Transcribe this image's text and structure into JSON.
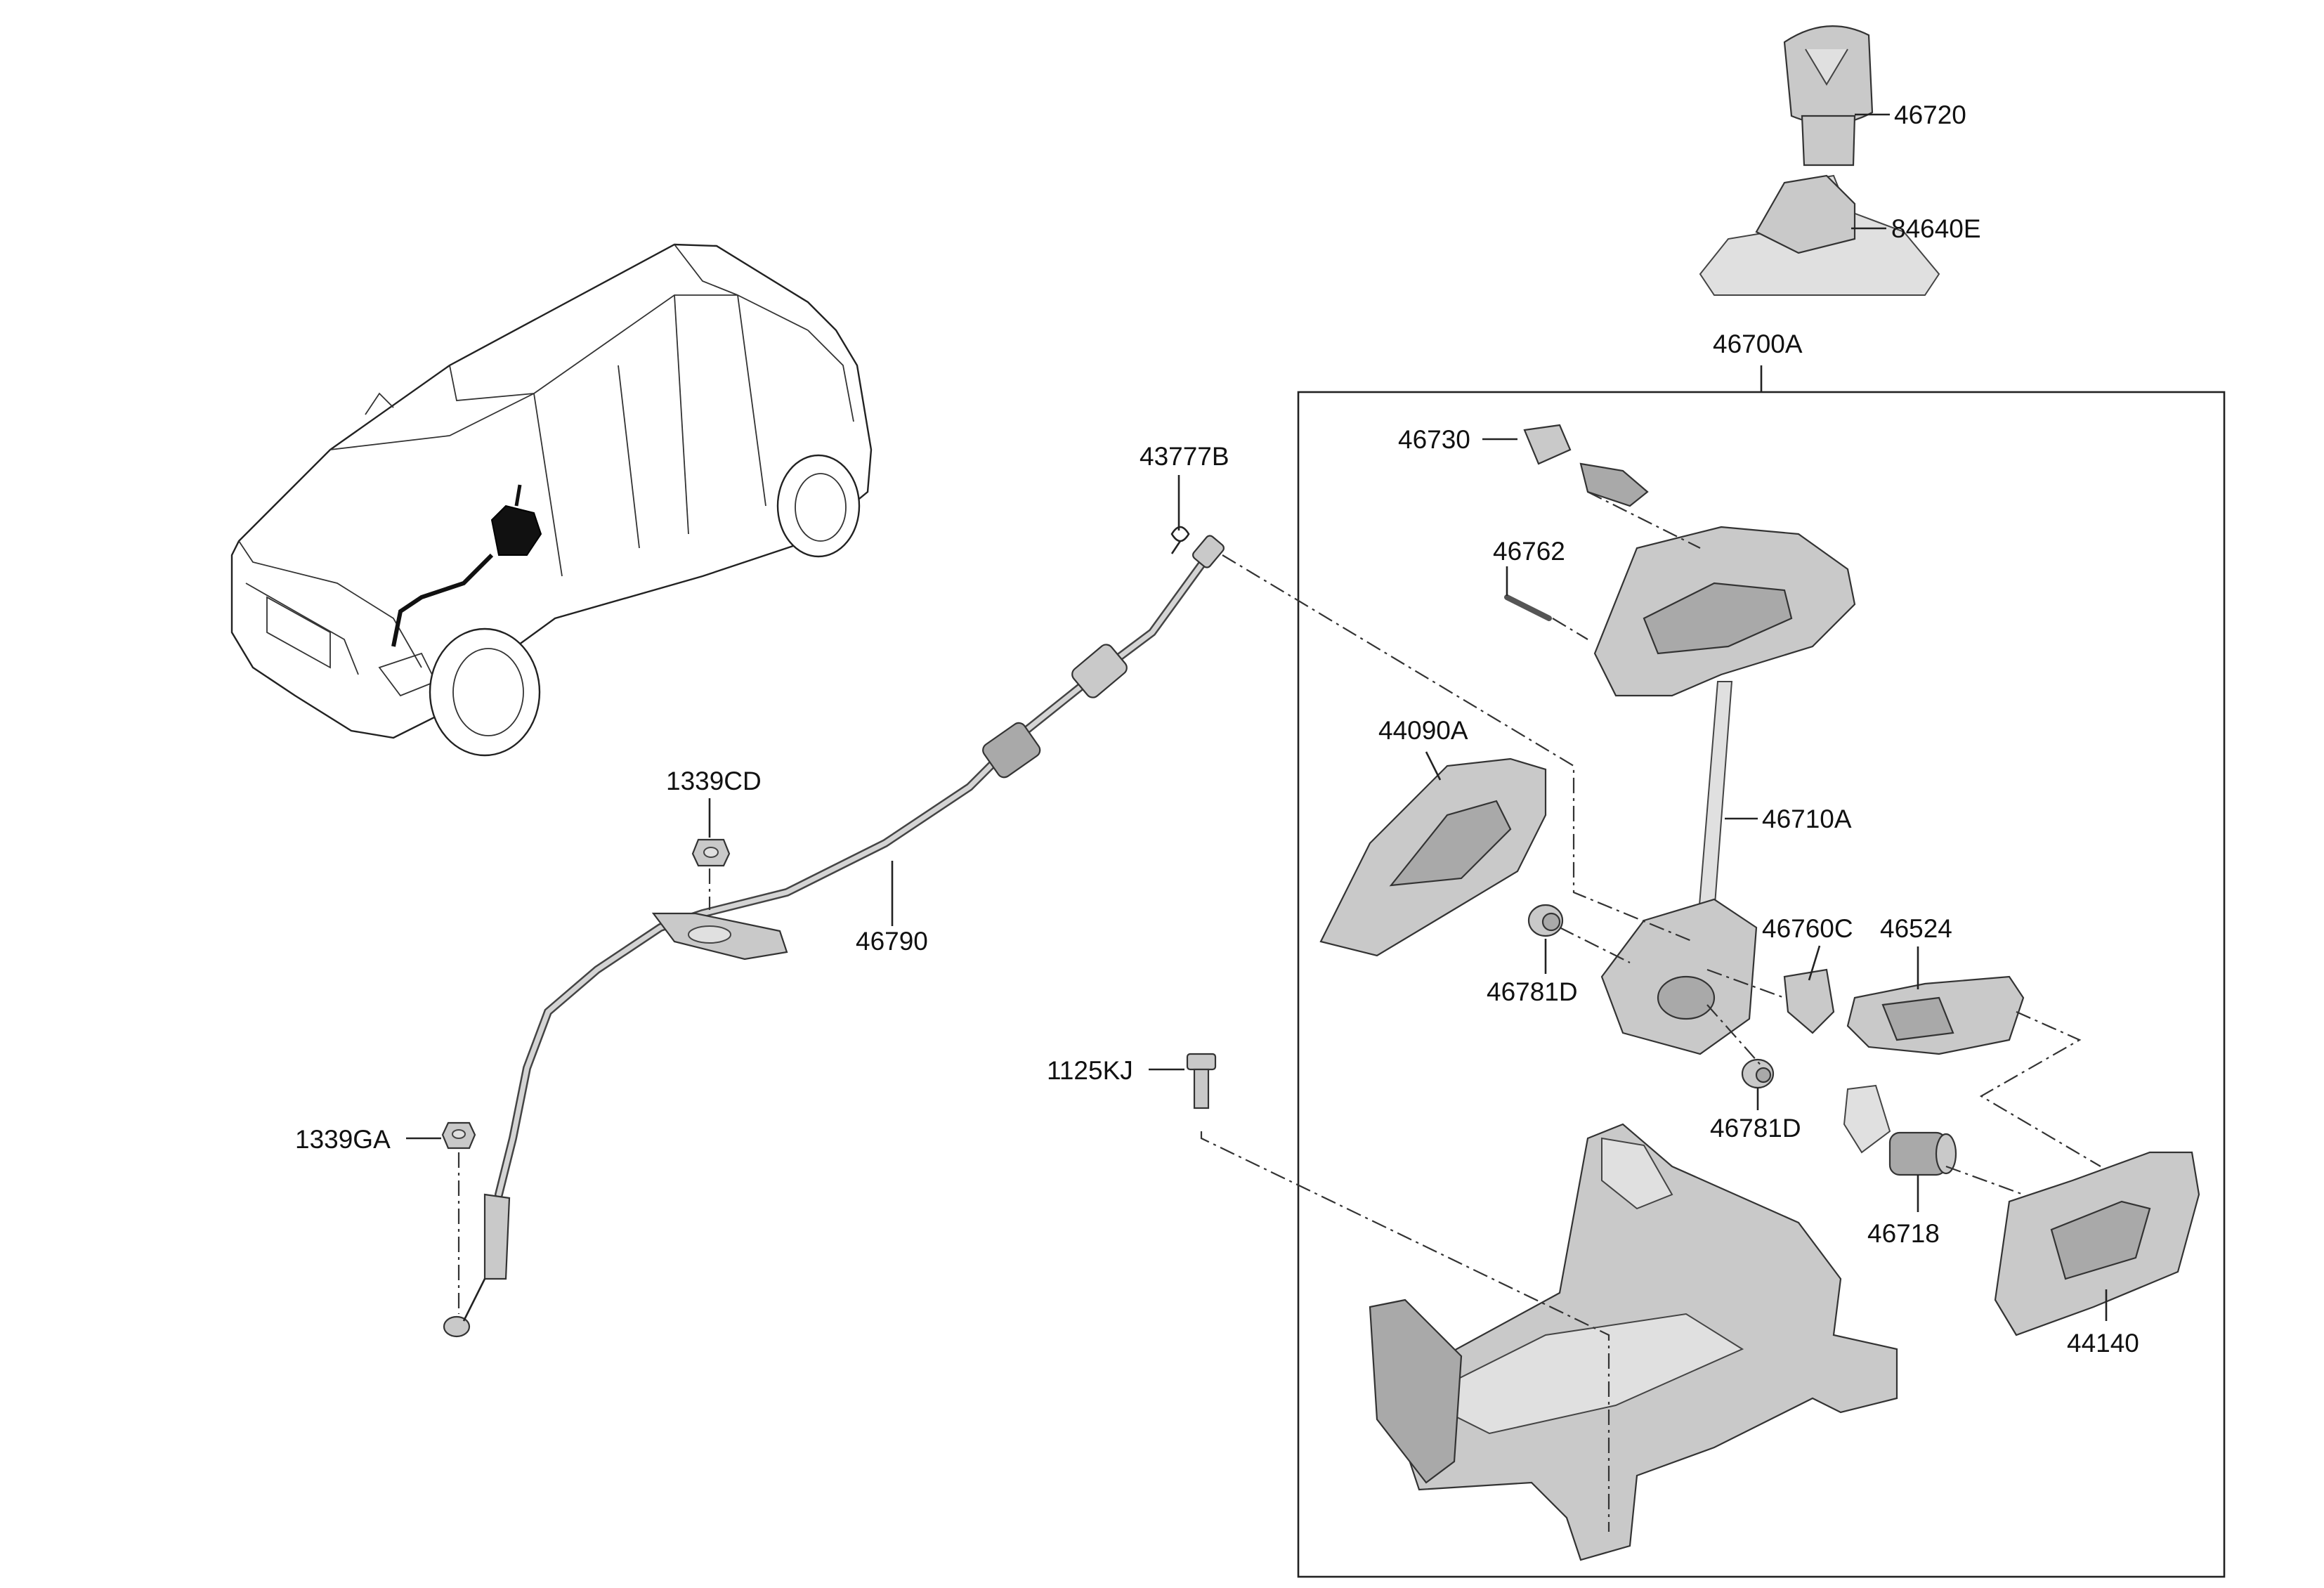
{
  "diagram": {
    "labels": {
      "p46720": "46720",
      "p84640E": "84640E",
      "p46700A": "46700A",
      "p46730": "46730",
      "p46762": "46762",
      "p43777B": "43777B",
      "p44090A": "44090A",
      "p46710A": "46710A",
      "p1339CD": "1339CD",
      "p46790": "46790",
      "p46760C": "46760C",
      "p46524": "46524",
      "p46781D_a": "46781D",
      "p46781D_b": "46781D",
      "p1125KJ": "1125KJ",
      "p1339GA": "1339GA",
      "p46718": "46718",
      "p44140": "44140"
    }
  }
}
